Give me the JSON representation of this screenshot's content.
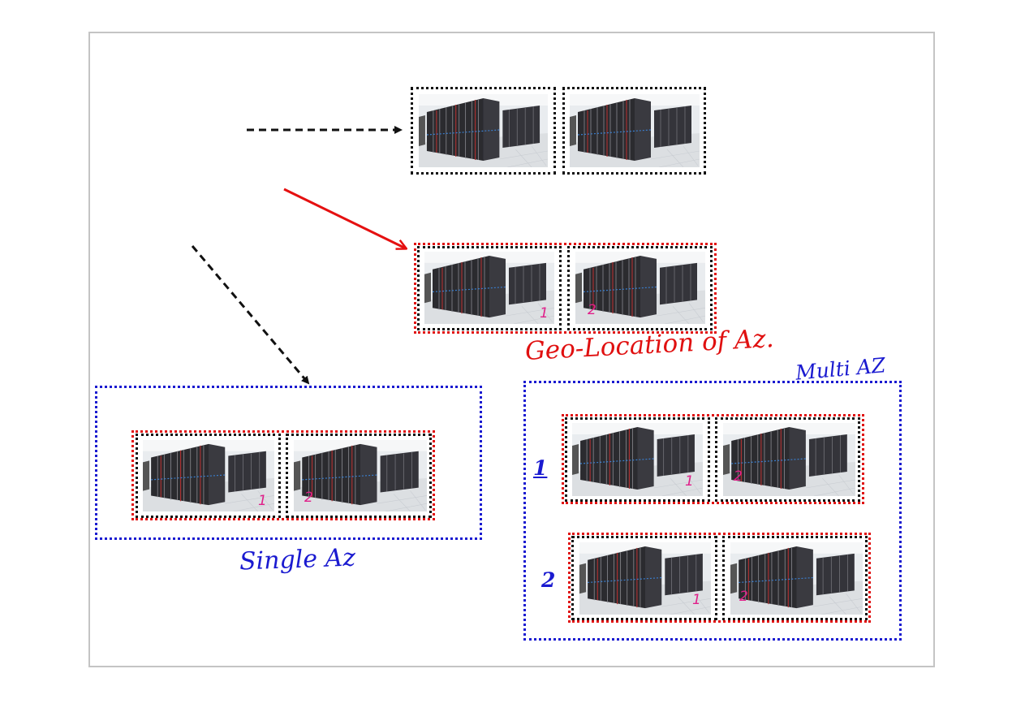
{
  "labels": {
    "geo_location": "Geo-Location of Az.",
    "multi_az": "Multi AZ",
    "single_az": "Single Az",
    "az_index_1": "1",
    "az_index_2": "2",
    "dc_1": "1",
    "dc_2": "2"
  },
  "colors": {
    "black_dotted": "#111111",
    "red_dotted": "#e01010",
    "blue_dotted": "#1a1ad0",
    "red_arrow": "#e51010",
    "number_magenta": "#e0208a"
  },
  "icons": {
    "datacenter_photo": "server-racks-photo-icon"
  }
}
